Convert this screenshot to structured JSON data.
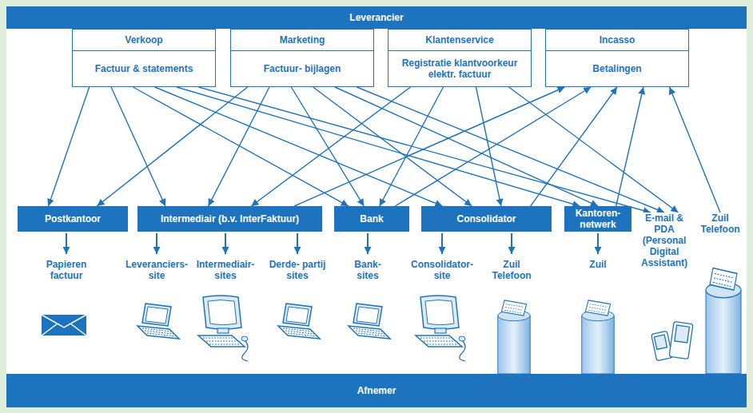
{
  "diagram": {
    "nodes": [
      {
        "text": [
          "Leverancier"
        ]
      },
      {
        "text": [
          "Verkoop",
          "Factuur & statements"
        ]
      },
      {
        "text": [
          "Marketing",
          "Factuur- bijlagen"
        ]
      },
      {
        "text": [
          "Klantenservice",
          "Registratie klantvoorkeur elektr. factuur"
        ]
      },
      {
        "text": [
          "Incasso",
          "Betalingen"
        ]
      },
      {
        "text": [
          "Postkantoor"
        ]
      },
      {
        "text": [
          "Intermediair (b.v. InterFaktuur)"
        ]
      },
      {
        "text": [
          "Bank"
        ]
      },
      {
        "text": [
          "Consolidator"
        ]
      },
      {
        "text": [
          "Kantoren- netwerk"
        ]
      },
      {
        "text": [
          "E-mail & PDA (Personal Digital Assistant)"
        ]
      },
      {
        "text": [
          "Zuil Telefoon"
        ]
      },
      {
        "text": [
          "Afnemer"
        ]
      }
    ],
    "edges": [
      {
        "from": 1,
        "to": 5,
        "arrow": "to"
      },
      {
        "from": 1,
        "to": 6,
        "arrow": "to"
      },
      {
        "from": 1,
        "to": 7,
        "arrow": "to"
      },
      {
        "from": 1,
        "to": 8,
        "arrow": "to"
      },
      {
        "from": 1,
        "to": 9,
        "arrow": "to"
      },
      {
        "from": 1,
        "to": 10,
        "arrow": "to"
      },
      {
        "from": 2,
        "to": 5,
        "arrow": "to"
      },
      {
        "from": 2,
        "to": 6,
        "arrow": "to"
      },
      {
        "from": 2,
        "to": 7,
        "arrow": "to"
      },
      {
        "from": 2,
        "to": 8,
        "arrow": "to"
      },
      {
        "from": 2,
        "to": 9,
        "arrow": "to"
      },
      {
        "from": 2,
        "to": 10,
        "arrow": "to"
      },
      {
        "from": 3,
        "to": 6,
        "arrow": "to"
      },
      {
        "from": 3,
        "to": 7,
        "arrow": "to"
      },
      {
        "from": 3,
        "to": 8,
        "arrow": "to"
      },
      {
        "from": 3,
        "to": 10,
        "arrow": "to"
      },
      {
        "from": 6,
        "to": 4,
        "arrow": "to"
      },
      {
        "from": 7,
        "to": 4,
        "arrow": "to"
      },
      {
        "from": 8,
        "to": 4,
        "arrow": "to"
      },
      {
        "from": 9,
        "to": 4,
        "arrow": "to"
      },
      {
        "from": 11,
        "to": 4,
        "arrow": "to"
      }
    ],
    "labels": [
      "Papieren factuur",
      "Leveranciers- site",
      "Intermediair- sites",
      "Derde- partij sites",
      "Bank- sites",
      "Consolidator- site",
      "Zuil Telefoon",
      "Zuil"
    ]
  }
}
